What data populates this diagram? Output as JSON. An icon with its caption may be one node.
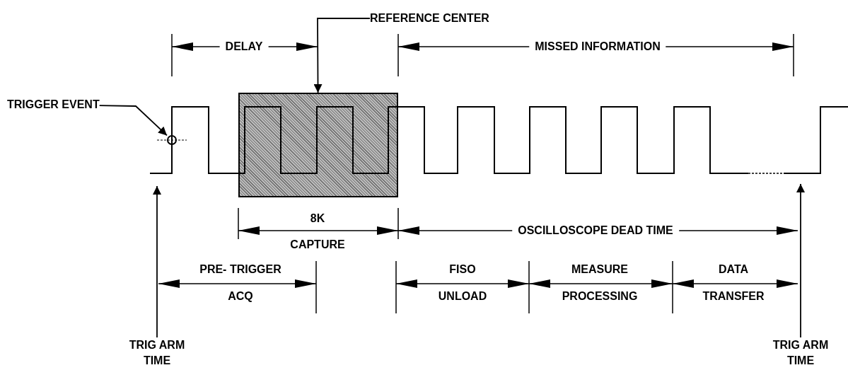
{
  "diagram": {
    "nodes": [
      {
        "text": [
          "TRIGGER EVENT"
        ]
      },
      {
        "text": [],
        "shape": "circle"
      },
      {
        "text": [
          "REFERENCE CENTER"
        ]
      },
      {
        "text": [],
        "shape": "box"
      },
      {
        "text": [
          "TRIG ARM TIME"
        ]
      },
      {
        "text": [
          "TRIG ARM TIME"
        ]
      }
    ],
    "edges": [
      {
        "from": 0,
        "to": 1,
        "arrow": "to"
      },
      {
        "from": 2,
        "to": 3,
        "arrow": "to"
      },
      {
        "from": 4,
        "to": null,
        "arrow": "to"
      },
      {
        "from": 5,
        "to": null,
        "arrow": "to"
      }
    ],
    "labels": [
      "DELAY",
      "MISSED INFORMATION",
      "8K",
      "OSCILLOSCOPE DEAD TIME",
      "CAPTURE",
      "PRE- TRIGGER",
      "FISO",
      "MEASURE",
      "DATA",
      "ACQ",
      "UNLOAD",
      "PROCESSING",
      "TRANSFER"
    ]
  }
}
